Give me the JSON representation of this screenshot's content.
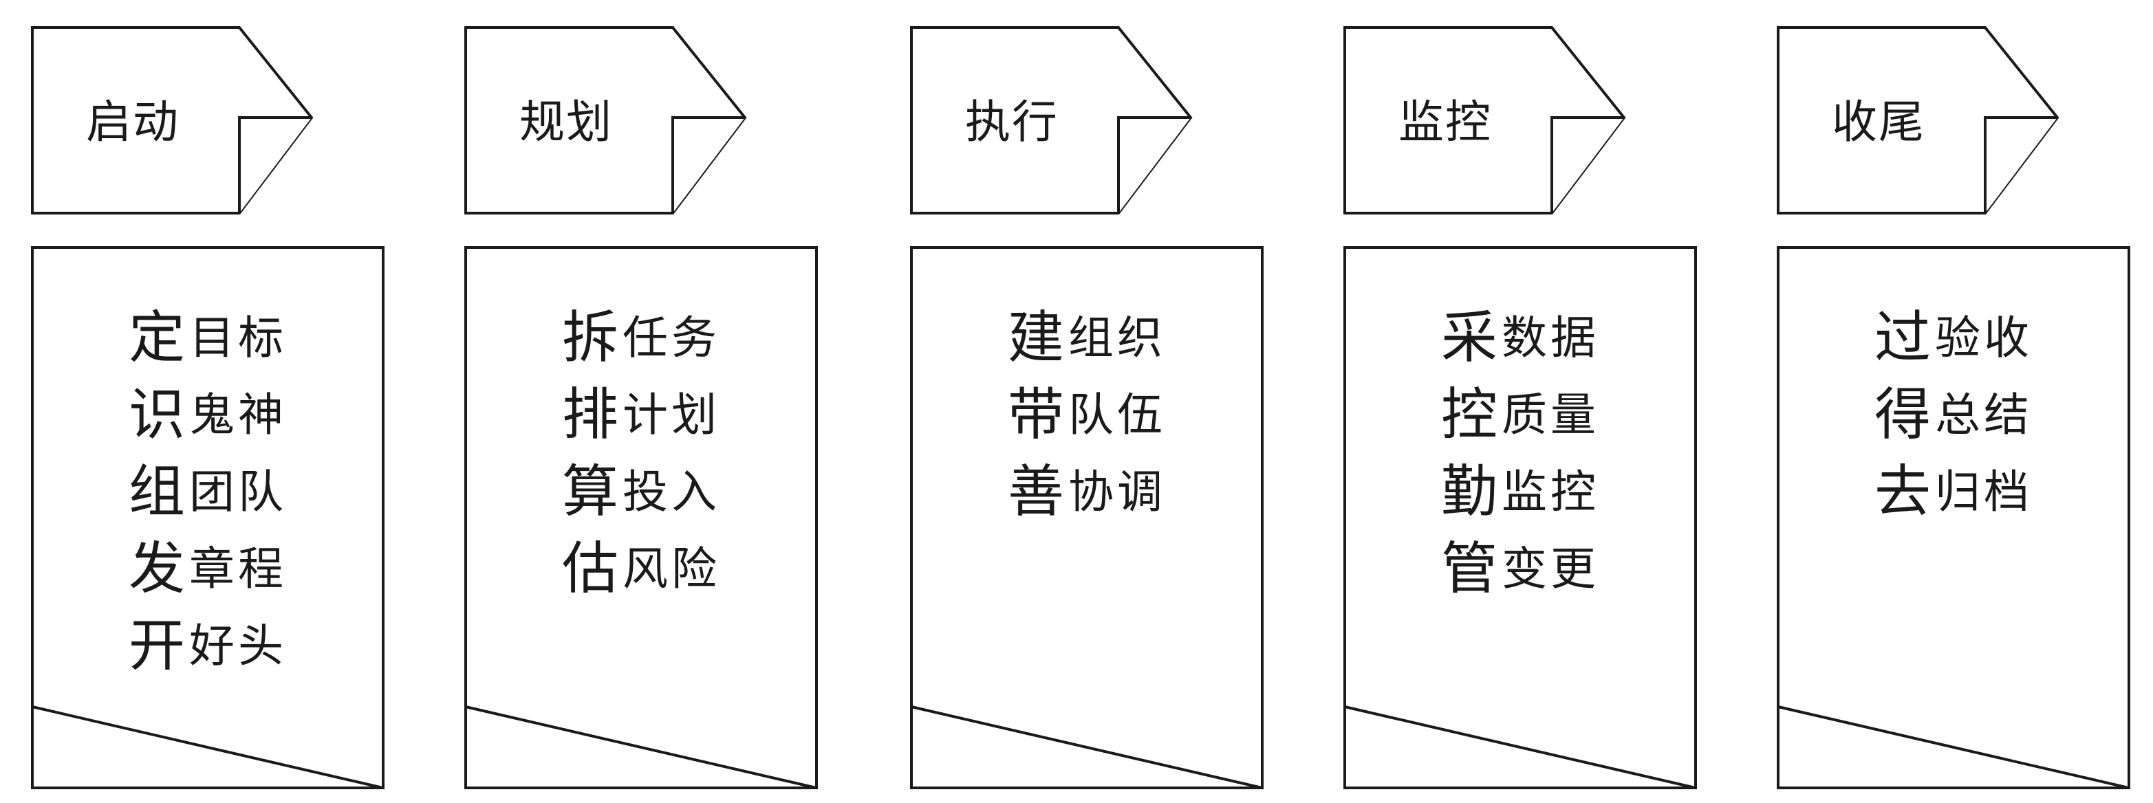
{
  "phases": [
    {
      "title": "启动",
      "items": [
        {
          "head": "定",
          "rest": "目标"
        },
        {
          "head": "识",
          "rest": "鬼神"
        },
        {
          "head": "组",
          "rest": "团队"
        },
        {
          "head": "发",
          "rest": "章程"
        },
        {
          "head": "开",
          "rest": "好头"
        }
      ]
    },
    {
      "title": "规划",
      "items": [
        {
          "head": "拆",
          "rest": "任务"
        },
        {
          "head": "排",
          "rest": "计划"
        },
        {
          "head": "算",
          "rest": "投入"
        },
        {
          "head": "估",
          "rest": "风险"
        }
      ]
    },
    {
      "title": "执行",
      "items": [
        {
          "head": "建",
          "rest": "组织"
        },
        {
          "head": "带",
          "rest": "队伍"
        },
        {
          "head": "善",
          "rest": "协调"
        }
      ]
    },
    {
      "title": "监控",
      "items": [
        {
          "head": "采",
          "rest": "数据"
        },
        {
          "head": "控",
          "rest": "质量"
        },
        {
          "head": "勤",
          "rest": "监控"
        },
        {
          "head": "管",
          "rest": "变更"
        }
      ]
    },
    {
      "title": "收尾",
      "items": [
        {
          "head": "过",
          "rest": "验收"
        },
        {
          "head": "得",
          "rest": "总结"
        },
        {
          "head": "去",
          "rest": "归档"
        }
      ]
    }
  ]
}
